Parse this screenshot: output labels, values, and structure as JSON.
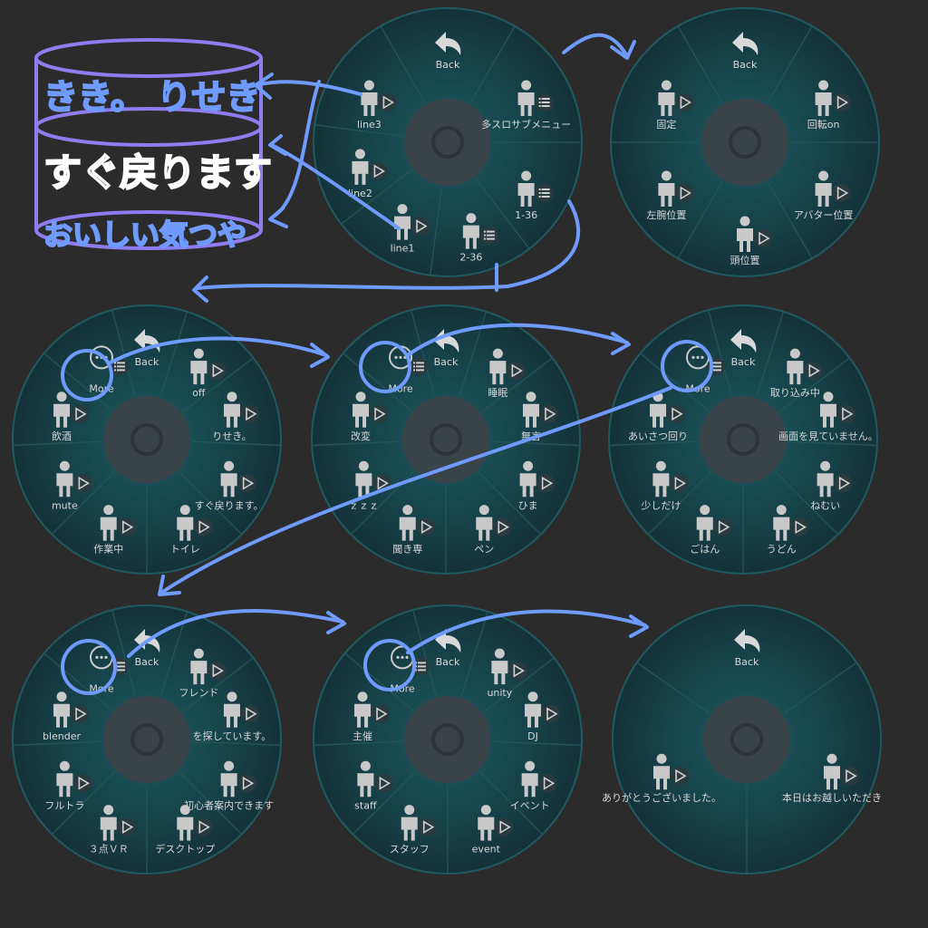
{
  "colors": {
    "background": "#2b2b2b",
    "wheel_fill": "#163c42",
    "wheel_edge": "#1f5a60",
    "hub": "#3a4448",
    "icon": "#c9c9c9",
    "annotation": "#6f9bff",
    "banner_ring": "#8e7cf0"
  },
  "banner": {
    "line1": "きき。 りせき",
    "line2": "すぐ戻ります",
    "line3": "おいしい気つや"
  },
  "wheels": [
    {
      "id": "main",
      "back_label": "Back",
      "items": [
        {
          "label": "多スロサブメニュー",
          "icon": "person-icon",
          "badge": "list-icon"
        },
        {
          "label": "1-36",
          "icon": "person-icon",
          "badge": "list-icon"
        },
        {
          "label": "2-36",
          "icon": "person-icon",
          "badge": "list-icon"
        },
        {
          "label": "line1",
          "icon": "person-icon",
          "badge": "play-icon"
        },
        {
          "label": "line2",
          "icon": "person-icon",
          "badge": "play-icon"
        },
        {
          "label": "line3",
          "icon": "person-icon",
          "badge": "play-icon"
        }
      ]
    },
    {
      "id": "settings",
      "back_label": "Back",
      "items": [
        {
          "label": "回転on",
          "icon": "person-icon",
          "badge": "play-icon"
        },
        {
          "label": "アバター位置",
          "icon": "person-icon",
          "badge": "play-icon"
        },
        {
          "label": "頭位置",
          "icon": "person-icon",
          "badge": "play-icon"
        },
        {
          "label": "左腕位置",
          "icon": "person-icon",
          "badge": "play-icon"
        },
        {
          "label": "固定",
          "icon": "person-icon",
          "badge": "play-icon"
        }
      ]
    },
    {
      "id": "status1",
      "back_label": "Back",
      "items": [
        {
          "label": "off",
          "icon": "person-icon",
          "badge": "play-icon"
        },
        {
          "label": "りせき。",
          "icon": "person-icon",
          "badge": "play-icon"
        },
        {
          "label": "すぐ戻ります。",
          "icon": "person-icon",
          "badge": "play-icon"
        },
        {
          "label": "トイレ",
          "icon": "person-icon",
          "badge": "play-icon"
        },
        {
          "label": "作業中",
          "icon": "person-icon",
          "badge": "play-icon"
        },
        {
          "label": "mute",
          "icon": "person-icon",
          "badge": "play-icon"
        },
        {
          "label": "飲酒",
          "icon": "person-icon",
          "badge": "play-icon"
        },
        {
          "label": "More",
          "icon": "more-icon",
          "badge": "list-icon"
        }
      ]
    },
    {
      "id": "status2",
      "back_label": "Back",
      "items": [
        {
          "label": "睡眠",
          "icon": "person-icon",
          "badge": "play-icon"
        },
        {
          "label": "無言",
          "icon": "person-icon",
          "badge": "play-icon"
        },
        {
          "label": "ひま",
          "icon": "person-icon",
          "badge": "play-icon"
        },
        {
          "label": "ペン",
          "icon": "person-icon",
          "badge": "play-icon"
        },
        {
          "label": "聞き専",
          "icon": "person-icon",
          "badge": "play-icon"
        },
        {
          "label": "ｚｚｚ",
          "icon": "person-icon",
          "badge": "play-icon"
        },
        {
          "label": "改変",
          "icon": "person-icon",
          "badge": "play-icon"
        },
        {
          "label": "More",
          "icon": "more-icon",
          "badge": "list-icon"
        }
      ]
    },
    {
      "id": "status3",
      "back_label": "Back",
      "items": [
        {
          "label": "取り込み中",
          "icon": "person-icon",
          "badge": "play-icon"
        },
        {
          "label": "画面を見ていません。",
          "icon": "person-icon",
          "badge": "play-icon"
        },
        {
          "label": "ねむい",
          "icon": "person-icon",
          "badge": "play-icon"
        },
        {
          "label": "うどん",
          "icon": "person-icon",
          "badge": "play-icon"
        },
        {
          "label": "ごはん",
          "icon": "person-icon",
          "badge": "play-icon"
        },
        {
          "label": "少しだけ",
          "icon": "person-icon",
          "badge": "play-icon"
        },
        {
          "label": "あいさつ回り",
          "icon": "person-icon",
          "badge": "play-icon"
        },
        {
          "label": "More",
          "icon": "more-icon",
          "badge": "list-icon"
        }
      ]
    },
    {
      "id": "status4",
      "back_label": "Back",
      "items": [
        {
          "label": "フレンド",
          "icon": "person-icon",
          "badge": "play-icon"
        },
        {
          "label": "を探しています。",
          "icon": "person-icon",
          "badge": "play-icon"
        },
        {
          "label": "初心者案内できます",
          "icon": "person-icon",
          "badge": "play-icon"
        },
        {
          "label": "デスクトップ",
          "icon": "person-icon",
          "badge": "play-icon"
        },
        {
          "label": "３点ＶＲ",
          "icon": "person-icon",
          "badge": "play-icon"
        },
        {
          "label": "フルトラ",
          "icon": "person-icon",
          "badge": "play-icon"
        },
        {
          "label": "blender",
          "icon": "person-icon",
          "badge": "play-icon"
        },
        {
          "label": "More",
          "icon": "more-icon",
          "badge": "list-icon"
        }
      ]
    },
    {
      "id": "status5",
      "back_label": "Back",
      "items": [
        {
          "label": "unity",
          "icon": "person-icon",
          "badge": "play-icon"
        },
        {
          "label": "DJ",
          "icon": "person-icon",
          "badge": "play-icon"
        },
        {
          "label": "イベント",
          "icon": "person-icon",
          "badge": "play-icon"
        },
        {
          "label": "event",
          "icon": "person-icon",
          "badge": "play-icon"
        },
        {
          "label": "スタッフ",
          "icon": "person-icon",
          "badge": "play-icon"
        },
        {
          "label": "staff",
          "icon": "person-icon",
          "badge": "play-icon"
        },
        {
          "label": "主催",
          "icon": "person-icon",
          "badge": "play-icon"
        },
        {
          "label": "More",
          "icon": "more-icon",
          "badge": "list-icon"
        }
      ]
    },
    {
      "id": "status6",
      "back_label": "Back",
      "items": [
        {
          "label": "本日はお越しいただき",
          "icon": "person-icon",
          "badge": "play-icon"
        },
        {
          "label": "ありがとうございました。",
          "icon": "person-icon",
          "badge": "play-icon"
        }
      ]
    }
  ]
}
